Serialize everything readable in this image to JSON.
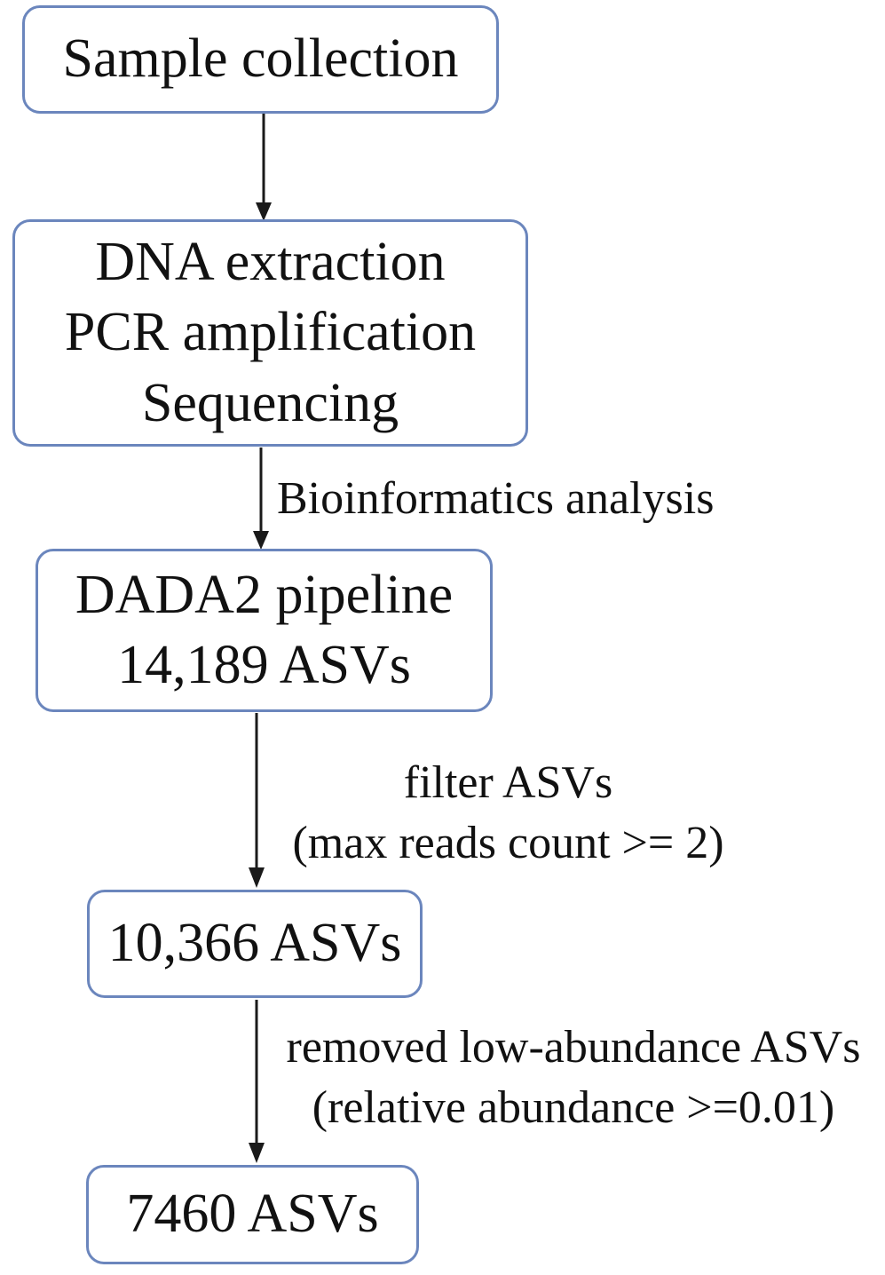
{
  "diagram": {
    "type": "flowchart",
    "background_color": "#ffffff",
    "box_border_color": "#6b86bd",
    "text_color": "#111111",
    "arrow_color": "#1a1a1a",
    "boxes": {
      "sample_collection": {
        "line1": "Sample collection"
      },
      "lab_processing": {
        "line1": "DNA extraction",
        "line2": "PCR amplification",
        "line3": "Sequencing"
      },
      "dada2": {
        "line1": "DADA2 pipeline",
        "line2": "14,189 ASVs"
      },
      "filtered_asvs": {
        "line1": "10,366 ASVs"
      },
      "final_asvs": {
        "line1": "7460 ASVs"
      }
    },
    "arrow_labels": {
      "bioinformatics": {
        "line1": "Bioinformatics analysis"
      },
      "filter": {
        "line1": "filter ASVs",
        "line2": "(max reads count >= 2)"
      },
      "abundance": {
        "line1": "removed low-abundance ASVs",
        "line2": "(relative abundance >=0.01)"
      }
    }
  }
}
